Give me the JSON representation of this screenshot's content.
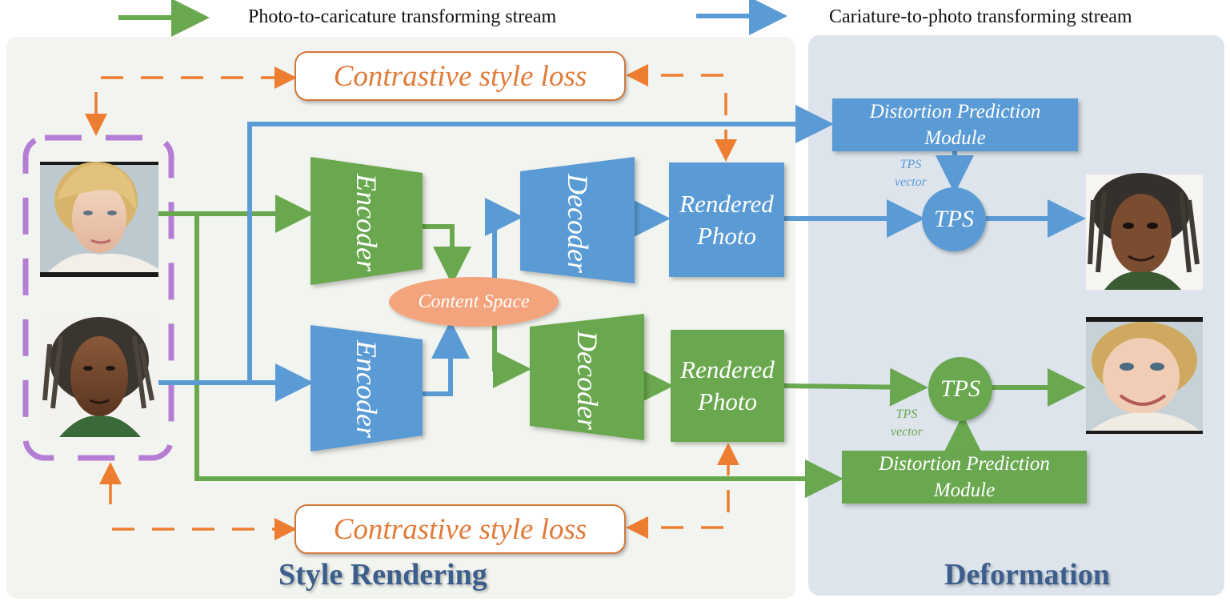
{
  "legend": {
    "green_label": "Photo-to-caricature transforming stream",
    "blue_label": "Cariature-to-photo transforming stream"
  },
  "sections": {
    "left_title": "Style Rendering",
    "right_title": "Deformation"
  },
  "loss": {
    "top": "Contrastive style loss",
    "bottom": "Contrastive style loss"
  },
  "encoders": {
    "top": "Encoder",
    "bottom": "Encoder"
  },
  "decoders": {
    "top": "Decoder",
    "bottom": "Decoder"
  },
  "content_space": "Content Space",
  "rendered": {
    "top_line1": "Rendered",
    "top_line2": "Photo",
    "bottom_line1": "Rendered",
    "bottom_line2": "Photo"
  },
  "dpm": {
    "top_line1": "Distortion Prediction",
    "top_line2": "Module",
    "bottom_line1": "Distortion Prediction",
    "bottom_line2": "Module"
  },
  "tps": {
    "top": "TPS",
    "bottom": "TPS",
    "top_vector_line1": "TPS",
    "top_vector_line2": "vector",
    "bottom_vector_line1": "TPS",
    "bottom_vector_line2": "vector"
  },
  "colors": {
    "green_stream": "#6aa84f",
    "blue_stream": "#5b9bd5",
    "loss_orange": "#e07b39",
    "content_space": "#f4a47c",
    "domain_box": "#b57ed4",
    "title_blue": "#3c5e8c"
  },
  "images": {
    "input_photo": "woman-portrait-photo",
    "input_caricature": "man-dreadlocks-caricature",
    "output_caricature": "man-caricature-output",
    "output_photo": "woman-caricature-output"
  }
}
